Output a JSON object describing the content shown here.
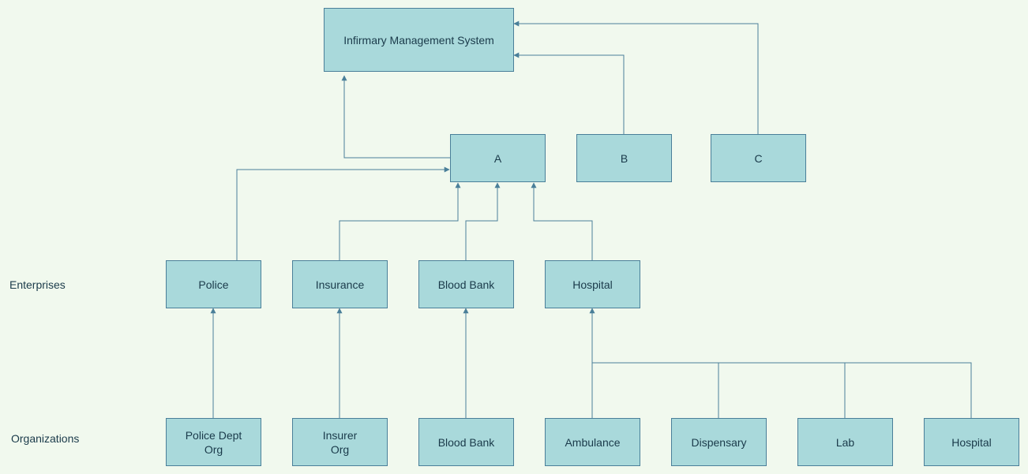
{
  "diagram": {
    "colors": {
      "background": "#f1f9ee",
      "node_fill": "#a9d9db",
      "node_border": "#4a7f99",
      "link": "#4a7f99",
      "text": "#1a3a4a"
    },
    "row_labels": {
      "enterprises": "Enterprises",
      "organizations": "Organizations"
    },
    "nodes": {
      "ims": "Infirmary Management System",
      "a": "A",
      "b": "B",
      "c": "C",
      "police": "Police",
      "insurance": "Insurance",
      "blood_bank": "Blood Bank",
      "hospital": "Hospital",
      "police_org": "Police Dept\nOrg",
      "insurer_org": "Insurer\nOrg",
      "blood_bank_org": "Blood Bank",
      "ambulance": "Ambulance",
      "dispensary": "Dispensary",
      "lab": "Lab",
      "hospital_org": "Hospital"
    },
    "edges": [
      [
        "a",
        "ims"
      ],
      [
        "b",
        "ims"
      ],
      [
        "c",
        "ims"
      ],
      [
        "police",
        "a"
      ],
      [
        "insurance",
        "a"
      ],
      [
        "blood_bank",
        "a"
      ],
      [
        "hospital",
        "a"
      ],
      [
        "police_org",
        "police"
      ],
      [
        "insurer_org",
        "insurance"
      ],
      [
        "blood_bank_org",
        "blood_bank"
      ],
      [
        "ambulance",
        "hospital"
      ],
      [
        "dispensary",
        "hospital"
      ],
      [
        "lab",
        "hospital"
      ],
      [
        "hospital_org",
        "hospital"
      ]
    ]
  }
}
